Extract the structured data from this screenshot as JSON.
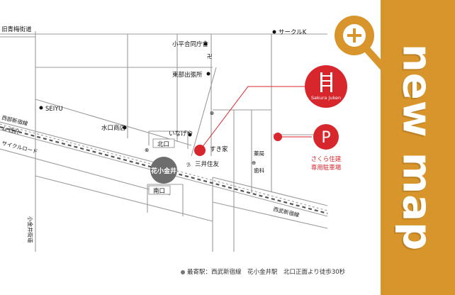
{
  "map": {
    "roads": {
      "kyu_ome_kaido": "旧青梅街道",
      "kodaira_kaido": "小金井街道",
      "seibu_shinjuku_line": "西部新宿線",
      "seibu_shinjuku_line_right": "西武新宿線",
      "cycle_road": "サイクルロード",
      "small_line_label": "ム 西沢"
    },
    "landmarks": {
      "kodaira_office": "小平合同庁舎",
      "tobu_branch": "東部出張所",
      "seiyu": "SEIYU",
      "mizuguchi": "水口商店",
      "inageya": "いなげや",
      "sukiya": "すき家",
      "mitsui_sumitomo": "三井住友",
      "pharmacy": "薬局",
      "dentist": "歯科",
      "circle_k": "サークルK"
    },
    "station": {
      "name": "花小金井",
      "north_exit": "北口",
      "south_exit": "南口"
    },
    "pins": {
      "company_label": "Sakura Juken",
      "parking_symbol": "P",
      "parking_line1": "さくら住建",
      "parking_line2": "専用駐車場"
    },
    "footer": "最寄駅：西武新宿線　花小金井駅　北口正面より徒歩30秒"
  },
  "side": {
    "title": "new map"
  },
  "colors": {
    "accent": "#d8952b",
    "pin": "#d8262d",
    "station": "#6d6d6d"
  }
}
